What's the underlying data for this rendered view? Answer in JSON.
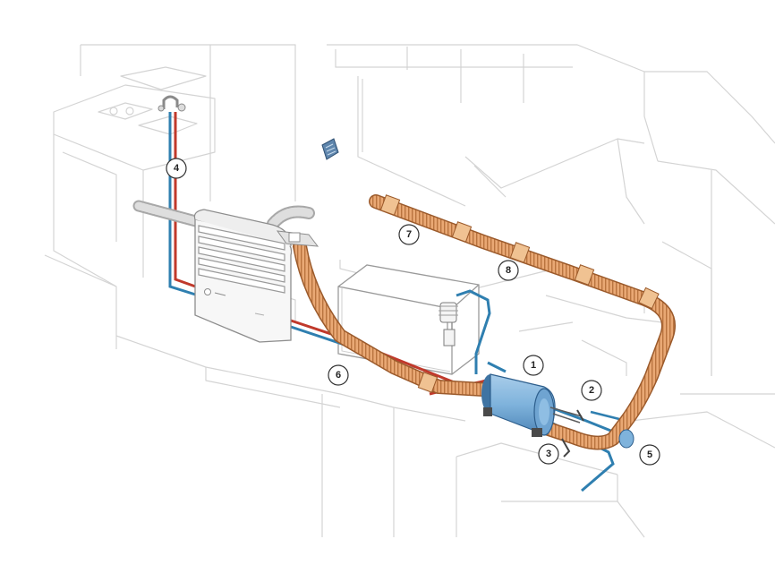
{
  "colors": {
    "background": "#ffffff",
    "outline": "#d4d4d4",
    "duct_fill": "#e9a874",
    "duct_ribs": "#b9743f",
    "hot_water": "#c0392b",
    "cold_water": "#2f7fb0",
    "heater_body": "#7fb3dc",
    "heater_shadow": "#3f74a3",
    "vent_grey": "#eaeaea"
  },
  "callouts": [
    {
      "id": "heater",
      "label": "1"
    },
    {
      "id": "heater-intake",
      "label": "2"
    },
    {
      "id": "heater-drain",
      "label": "3"
    },
    {
      "id": "tap",
      "label": "4"
    },
    {
      "id": "exhaust-vent",
      "label": "5"
    },
    {
      "id": "water-lines",
      "label": "6"
    },
    {
      "id": "air-duct-end",
      "label": "7"
    },
    {
      "id": "air-duct",
      "label": "8"
    }
  ],
  "icons": {
    "roof-vent": "roof-vent-icon",
    "tap": "tap-icon",
    "heater": "heater-icon",
    "air-outlet": "air-outlet-icon",
    "water-tank": "water-tank-icon"
  }
}
